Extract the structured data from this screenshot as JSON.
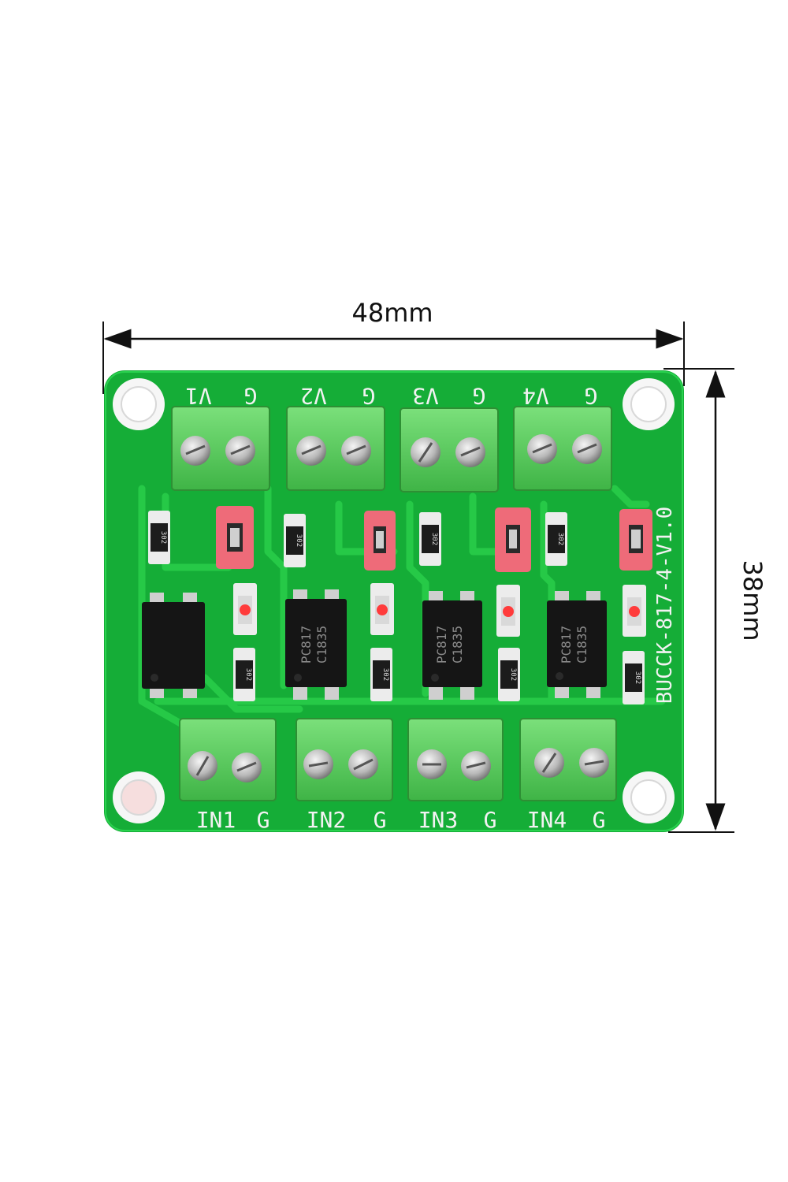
{
  "dimensions": {
    "width_label": "48mm",
    "height_label": "38mm"
  },
  "board": {
    "model_label": "BUCCK-817-4-V1.0",
    "colors": {
      "pcb": "#17b23a",
      "pcb_trace": "#22cf4a",
      "terminal": "#5fd35f",
      "jumper": "#ef6b7a",
      "chip": "#151515",
      "led": "#ff3b3b"
    }
  },
  "top_terminals": [
    {
      "left": "V1",
      "right": "G"
    },
    {
      "left": "V2",
      "right": "G"
    },
    {
      "left": "V3",
      "right": "G"
    },
    {
      "left": "V4",
      "right": "G"
    }
  ],
  "bottom_terminals": [
    {
      "left": "IN1",
      "right": "G"
    },
    {
      "left": "IN2",
      "right": "G"
    },
    {
      "left": "IN3",
      "right": "G"
    },
    {
      "left": "IN4",
      "right": "G"
    }
  ],
  "optocouplers": [
    {
      "line1": "",
      "line2": ""
    },
    {
      "line1": "PC817",
      "line2": "C1835"
    },
    {
      "line1": "PC817",
      "line2": "C1835"
    },
    {
      "line1": "PC817",
      "line2": "C1835"
    }
  ],
  "resistor_marking": "302"
}
